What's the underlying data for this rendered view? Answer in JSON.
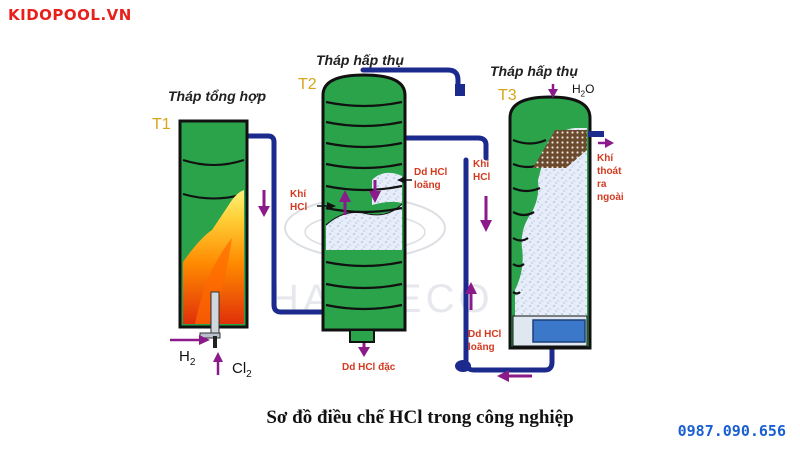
{
  "brand": "KIDOPOOL.VN",
  "phone": "0987.090.656",
  "caption": "Sơ đồ điều chế HCl trong công nghiệp",
  "watermark": "HANTECO",
  "colors": {
    "tower": "#2aa34a",
    "fill": "#3cbf52",
    "pipe": "#1b2a8c",
    "arrow": "#8b1a8b",
    "label_red": "#d33a20",
    "id_gold": "#d6a51a"
  },
  "towers": {
    "t1": {
      "id": "T1",
      "title": "Tháp tổng hợp"
    },
    "t2": {
      "id": "T2",
      "title": "Tháp hấp thụ"
    },
    "t3": {
      "id": "T3",
      "title": "Tháp hấp thụ"
    }
  },
  "labels": {
    "h2": "H",
    "h2_sub": "2",
    "cl2": "Cl",
    "cl2_sub": "2",
    "khi_hcl_l1": "Khí",
    "khi_hcl_l2": "HCl",
    "dd_hcl_loang_l1": "Dd HCl",
    "dd_hcl_loang_l2": "loãng",
    "dd_hcl_dac": "Dd HCl đặc",
    "khi_hcl_t3_l1": "Khí",
    "khi_hcl_t3_l2": "HCl",
    "dd_hcl_loang_t3_l1": "Dd HCl",
    "dd_hcl_loang_t3_l2": "loãng",
    "h2o": "H",
    "h2o_sub": "2",
    "h2o_tail": "O",
    "khi_thoat_l1": "Khí",
    "khi_thoat_l2": "thoát",
    "khi_thoat_l3": "ra",
    "khi_thoat_l4": "ngoài"
  }
}
